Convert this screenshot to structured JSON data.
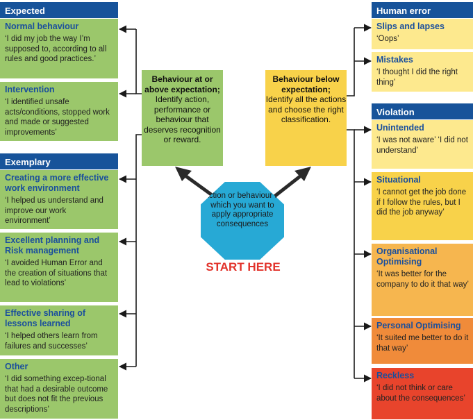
{
  "left": {
    "expected": {
      "header": "Expected",
      "items": [
        {
          "title": "Normal behaviour",
          "text": "‘I did my job the way I’m supposed to, according to all rules and good practices.’"
        },
        {
          "title": "Intervention",
          "text": "‘I identified unsafe acts/conditions, stopped work and made or suggested improvements’"
        }
      ]
    },
    "exemplary": {
      "header": "Exemplary",
      "items": [
        {
          "title": "Creating a more effective work environment",
          "text": "‘I helped us understand and improve our work environment’"
        },
        {
          "title": "Excellent planning and Risk management",
          "text": "‘I avoided Human Error and the creation of situations that lead to violations’"
        },
        {
          "title": "Effective sharing of lessons learned",
          "text": "‘I helped others learn from failures and successes’"
        },
        {
          "title": "Other",
          "text": "‘I did something excep-tional that had a desirable outcome but does not fit the previous descriptions’"
        }
      ]
    }
  },
  "center": {
    "above": {
      "bold": "Behaviour at or above expectation;",
      "text": "Identify action, performance or behaviour that deserves recognition or reward."
    },
    "below": {
      "bold": "Behaviour below expectation;",
      "text": "Identify all the actions and choose the right classification."
    },
    "start_box": "Action or behaviour to which you want to apply appropriate consequences",
    "start_label": "START HERE"
  },
  "right": {
    "human_error": {
      "header": "Human error",
      "items": [
        {
          "title": "Slips and lapses",
          "text": "‘Oops’"
        },
        {
          "title": "Mistakes",
          "text": "‘I thought I did the right thing’"
        }
      ]
    },
    "violation": {
      "header": "Violation",
      "items": [
        {
          "title": "Unintended",
          "text": "‘I was not aware’ ‘I did not understand’"
        },
        {
          "title": "Situational",
          "text": "‘I cannot get the job done if I follow the rules, but I did the job anyway’"
        },
        {
          "title": "Organisational Optimising",
          "text": "‘It was better for the company to do it that way’"
        },
        {
          "title": "Personal Optimising",
          "text": "‘It suited me better to do it that way’"
        },
        {
          "title": "Reckless",
          "text": "‘I did not think or care about the consequences’"
        }
      ]
    }
  },
  "colors": {
    "header_blue": "#17539a",
    "title_blue": "#1a4f9c",
    "green": "#9bc76b",
    "yellow_light": "#fde98e",
    "yellow": "#f8d24a",
    "orange_light": "#f6b64f",
    "orange": "#f08b3a",
    "red": "#e8442c",
    "octagon": "#27a9d5",
    "start_red": "#e2322a"
  }
}
